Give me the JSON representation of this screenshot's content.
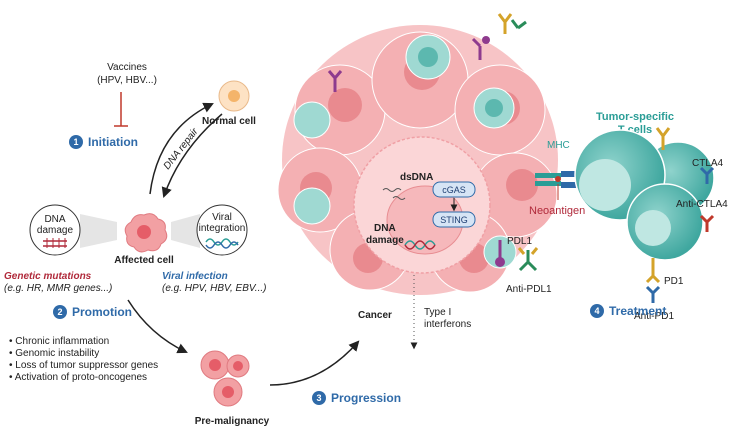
{
  "vaccines": {
    "line1": "Vaccines",
    "line2": "(HPV, HBV...)"
  },
  "normal_cell": "Normal cell",
  "dna_repair": "DNA repair",
  "steps": [
    {
      "num": "1",
      "label": "Initiation"
    },
    {
      "num": "2",
      "label": "Promotion"
    },
    {
      "num": "3",
      "label": "Progression"
    },
    {
      "num": "4",
      "label": "Treatment"
    }
  ],
  "dna_damage_bubble": {
    "line1": "DNA",
    "line2": "damage"
  },
  "viral_integration_bubble": {
    "line1": "Viral",
    "line2": "integration"
  },
  "affected_cell": "Affected cell",
  "genetic_mutations": {
    "title": "Genetic mutations",
    "example": "(e.g. HR, MMR genes...)"
  },
  "viral_infection": {
    "title": "Viral infection",
    "example": "(e.g. HPV, HBV, EBV...)"
  },
  "promotion_bullets": [
    "Chronic inflammation",
    "Genomic instability",
    "Loss of tumor suppressor genes",
    "Activation of proto-oncogenes"
  ],
  "pre_malignancy": "Pre-malignancy",
  "cancer": "Cancer",
  "type_i_interferons": {
    "line1": "Type I",
    "line2": "interferons"
  },
  "dsdna": "dsDNA",
  "cgas": "cGAS",
  "sting": "STING",
  "dna_damage_center": {
    "line1": "DNA",
    "line2": "damage"
  },
  "pdl1": "PDL1",
  "anti_pdl1": "Anti-PDL1",
  "mhc": "MHC",
  "neoantigen": "Neoantigen",
  "t_cells": {
    "line1": "Tumor-specific",
    "line2": "T cells"
  },
  "ctla4": "CTLA4",
  "anti_ctla4": "Anti-CTLA4",
  "pd1": "PD1",
  "anti_pd1": "Anti-PD1",
  "colors": {
    "step_blue": "#2f6aa8",
    "teal": "#2a9d96",
    "mutation_red": "#b0293a",
    "tumor_pink": "#e98a8f"
  }
}
